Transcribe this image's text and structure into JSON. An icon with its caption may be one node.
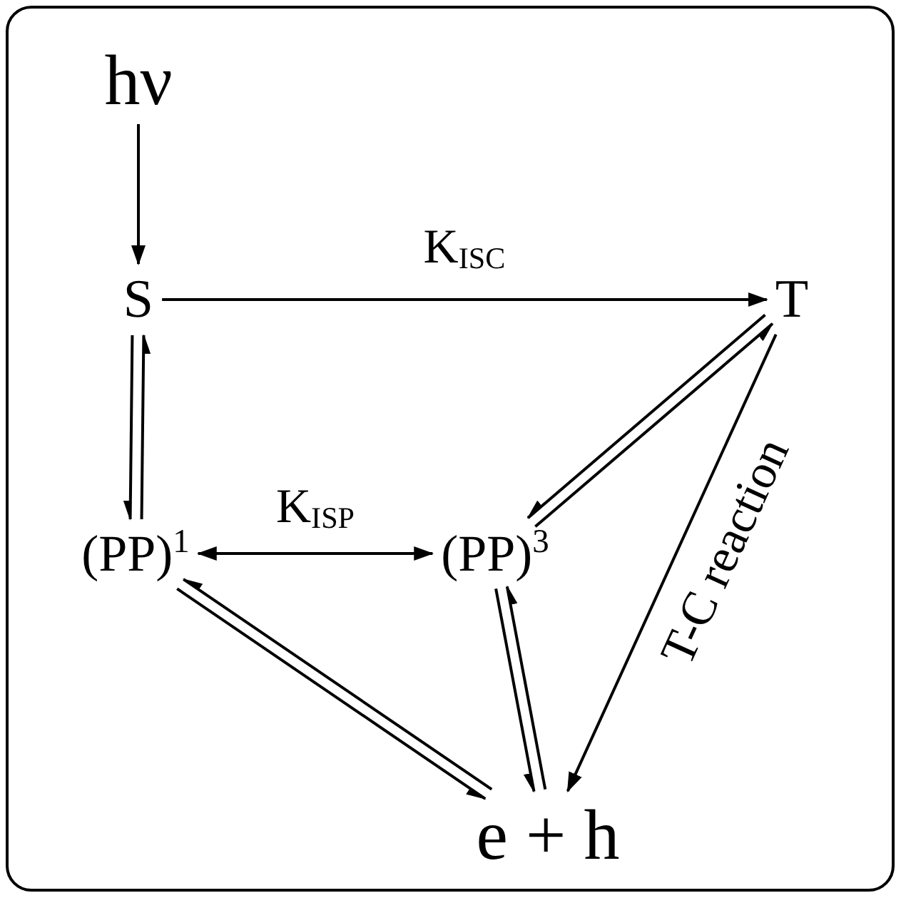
{
  "diagram": {
    "nodes": [
      {
        "text": [
          "hν"
        ]
      },
      {
        "text": [
          "S"
        ]
      },
      {
        "text": [
          "T"
        ]
      },
      {
        "text": [
          "(PP)$^{1}$"
        ]
      },
      {
        "text": [
          "(PP)$^{3}$"
        ]
      },
      {
        "text": [
          "e + h"
        ]
      }
    ],
    "edges": [
      {
        "from": 0,
        "to": 1,
        "arrow": "to"
      },
      {
        "from": 1,
        "to": 2,
        "arrow": "to",
        "label": "K$_{ISC}$"
      },
      {
        "from": 1,
        "to": 3,
        "arrow": "to"
      },
      {
        "from": 3,
        "to": 1,
        "arrow": "to"
      },
      {
        "from": 3,
        "to": 4,
        "arrow": "both",
        "label": "K$_{ISP}$"
      },
      {
        "from": 4,
        "to": 2,
        "arrow": "to"
      },
      {
        "from": 2,
        "to": 4,
        "arrow": "to"
      },
      {
        "from": 4,
        "to": 5,
        "arrow": "to"
      },
      {
        "from": 5,
        "to": 4,
        "arrow": "to"
      },
      {
        "from": 3,
        "to": 5,
        "arrow": "to"
      },
      {
        "from": 5,
        "to": 3,
        "arrow": "to"
      },
      {
        "from": 2,
        "to": 5,
        "arrow": "to",
        "label": "T-C reaction"
      }
    ]
  }
}
